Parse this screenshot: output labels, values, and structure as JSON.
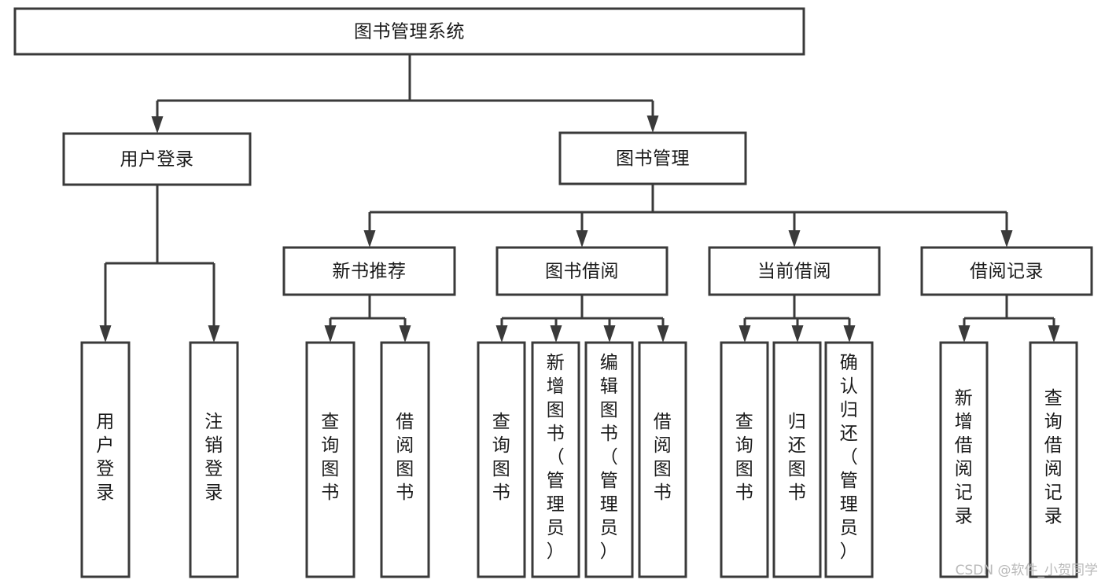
{
  "diagram": {
    "type": "tree-hierarchy",
    "title": "图书管理系统",
    "orientation": "top-down",
    "colors": {
      "box_stroke": "#3a3a3a",
      "box_fill": "#ffffff",
      "connector": "#3a3a3a",
      "label": "#1a1a1a",
      "background": "#ffffff",
      "watermark": "#b9b9b9"
    },
    "levels": [
      {
        "level": 0,
        "nodes": [
          {
            "id": "root",
            "label": "图书管理系统",
            "orientation": "horizontal"
          }
        ]
      },
      {
        "level": 1,
        "nodes": [
          {
            "id": "user-login",
            "label": "用户登录",
            "orientation": "horizontal",
            "parent": "root"
          },
          {
            "id": "book-manage",
            "label": "图书管理",
            "orientation": "horizontal",
            "parent": "root"
          }
        ]
      },
      {
        "level": 2,
        "nodes": [
          {
            "id": "new-book-rec",
            "label": "新书推荐",
            "orientation": "horizontal",
            "parent": "book-manage"
          },
          {
            "id": "book-borrow",
            "label": "图书借阅",
            "orientation": "horizontal",
            "parent": "book-manage"
          },
          {
            "id": "current-borrow",
            "label": "当前借阅",
            "orientation": "horizontal",
            "parent": "book-manage"
          },
          {
            "id": "borrow-record",
            "label": "借阅记录",
            "orientation": "horizontal",
            "parent": "book-manage"
          }
        ]
      },
      {
        "level": 3,
        "nodes": [
          {
            "id": "leaf-user-login",
            "label": "用户登录",
            "orientation": "vertical",
            "parent": "user-login"
          },
          {
            "id": "leaf-user-logout",
            "label": "注销登录",
            "orientation": "vertical",
            "parent": "user-login"
          },
          {
            "id": "leaf-query-book-1",
            "label": "查询图书",
            "orientation": "vertical",
            "parent": "new-book-rec"
          },
          {
            "id": "leaf-borrow-book-1",
            "label": "借阅图书",
            "orientation": "vertical",
            "parent": "new-book-rec"
          },
          {
            "id": "leaf-query-book-2",
            "label": "查询图书",
            "orientation": "vertical",
            "parent": "book-borrow"
          },
          {
            "id": "leaf-add-book",
            "label": "新增图书（管理员）",
            "orientation": "vertical",
            "parent": "book-borrow"
          },
          {
            "id": "leaf-edit-book",
            "label": "编辑图书（管理员）",
            "orientation": "vertical",
            "parent": "book-borrow"
          },
          {
            "id": "leaf-borrow-book-2",
            "label": "借阅图书",
            "orientation": "vertical",
            "parent": "book-borrow"
          },
          {
            "id": "leaf-query-book-3",
            "label": "查询图书",
            "orientation": "vertical",
            "parent": "current-borrow"
          },
          {
            "id": "leaf-return-book",
            "label": "归还图书",
            "orientation": "vertical",
            "parent": "current-borrow"
          },
          {
            "id": "leaf-confirm-return",
            "label": "确认归还（管理员）",
            "orientation": "vertical",
            "parent": "current-borrow"
          },
          {
            "id": "leaf-add-record",
            "label": "新增借阅记录",
            "orientation": "vertical",
            "parent": "borrow-record"
          },
          {
            "id": "leaf-query-record",
            "label": "查询借阅记录",
            "orientation": "vertical",
            "parent": "borrow-record"
          }
        ]
      }
    ]
  },
  "watermark": {
    "text": "CSDN @软件_小贺同学"
  }
}
